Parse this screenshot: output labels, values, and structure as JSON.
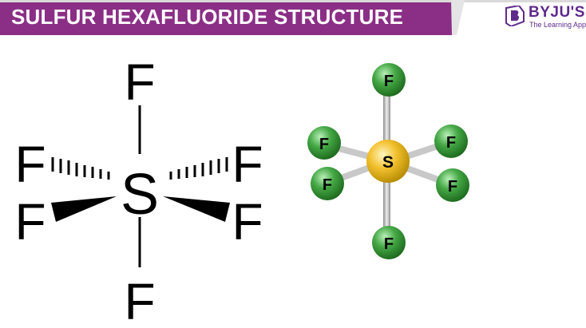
{
  "header": {
    "title": "SULFUR HEXAFLUORIDE STRUCTURE",
    "banner_color": "#8b2f86",
    "logo_name": "BYJU'S",
    "logo_tagline": "The Learning App",
    "logo_color": "#5e2a8c"
  },
  "structural_formula": {
    "central_atom": "S",
    "fluorine_atoms": [
      {
        "id": "top",
        "symbol": "F"
      },
      {
        "id": "bottom",
        "symbol": "F"
      },
      {
        "id": "upper-left",
        "symbol": "F"
      },
      {
        "id": "lower-left",
        "symbol": "F"
      },
      {
        "id": "upper-right",
        "symbol": "F"
      },
      {
        "id": "lower-right",
        "symbol": "F"
      }
    ]
  },
  "ball_and_stick_model": {
    "central_atom": {
      "symbol": "S",
      "color": "#f2c12e"
    },
    "fluorine_color": "#45a845",
    "fluorine_atoms": [
      {
        "id": "top",
        "symbol": "F"
      },
      {
        "id": "bottom",
        "symbol": "F"
      },
      {
        "id": "upper-left",
        "symbol": "F"
      },
      {
        "id": "lower-left",
        "symbol": "F"
      },
      {
        "id": "upper-right",
        "symbol": "F"
      },
      {
        "id": "lower-right",
        "symbol": "F"
      }
    ]
  }
}
